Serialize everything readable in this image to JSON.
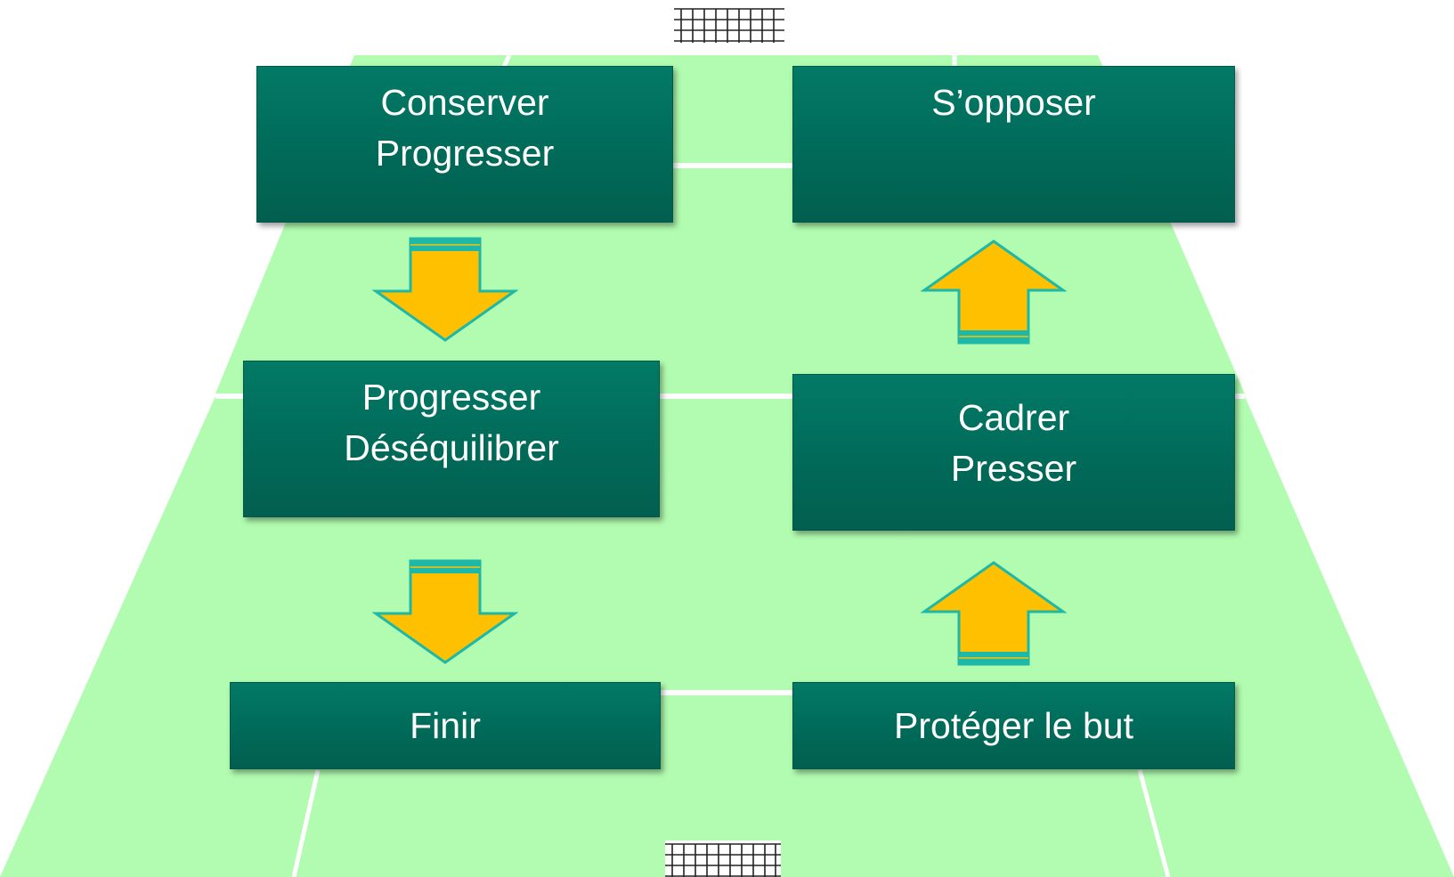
{
  "colors": {
    "pitch": "#b1fcb0",
    "pitch_lines": "#ffffff",
    "box_fill": "#01705e",
    "arrow_fill": "#ffc000",
    "arrow_outline": "#1db8a8"
  },
  "icons": {
    "top_goal": "goal-net-icon",
    "bottom_goal": "goal-net-icon",
    "arrows": "block-arrow-icon"
  },
  "attack": {
    "box1": {
      "line1": "Conserver",
      "line2": "Progresser"
    },
    "box2": {
      "line1": "Progresser",
      "line2": "Déséquilibrer"
    },
    "box3": {
      "line1": "Finir"
    }
  },
  "defense": {
    "box1": {
      "line1": "S’opposer"
    },
    "box2": {
      "line1": "Cadrer",
      "line2": "Presser"
    },
    "box3": {
      "line1": "Protéger le but"
    }
  }
}
